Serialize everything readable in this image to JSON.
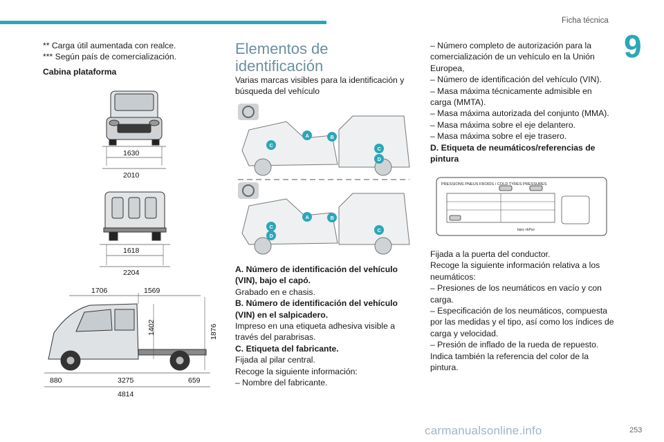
{
  "header": {
    "section": "Ficha técnica",
    "chapter": "9"
  },
  "left": {
    "notes": [
      "** Carga útil aumentada con realce.",
      "*** Según país de comercialización."
    ],
    "subtitle": "Cabina plataforma",
    "front_dims": [
      "1630",
      "2010"
    ],
    "rear_dims": [
      "1618",
      "2204"
    ],
    "side_dims": {
      "top_a": "1706",
      "top_b": "1569",
      "height_a": "1402",
      "height_b": "1876",
      "front": "880",
      "wheelbase": "3275",
      "rear": "659",
      "total": "4814"
    }
  },
  "middle": {
    "title_line1": "Elementos de",
    "title_line2": "identificación",
    "intro": "Varias marcas visibles para la identificación y búsqueda del vehículo",
    "badges": [
      "A",
      "B",
      "C",
      "D"
    ],
    "items": [
      {
        "heading": "A. Número de identificación del vehículo (VIN), bajo el capó.",
        "text": "Grabado en e chasis."
      },
      {
        "heading": "B. Número de identificación del vehículo (VIN) en el salpicadero.",
        "text": "Impreso en una etiqueta adhesiva visible a través del parabrisas."
      },
      {
        "heading": "C. Etiqueta del fabricante.",
        "text": "Fijada al pilar central."
      }
    ],
    "collect": "Recoge la siguiente información:",
    "bullet": "– Nombre del fabricante."
  },
  "right": {
    "bullets": [
      "– Número completo de autorización para la comercialización de un vehículo en la Unión Europea,",
      "– Número de identificación del vehículo (VIN).",
      "– Masa máxima técnicamente admisible en carga (MMTA).",
      "– Masa máxima autorizada del conjunto (MMA).",
      "– Masa máxima sobre el eje delantero.",
      "– Masa máxima sobre el eje trasero."
    ],
    "heading_d": "D. Etiqueta de neumáticos/referencias de pintura",
    "label_title": "PRESSIONS PNEUS FROIDS / COLD TYRES PRESSURES",
    "label_units": "bars  <kPa>",
    "fixed": "Fijada a la puerta del conductor.",
    "collect": "Recoge la siguiente información relativa a los neumáticos:",
    "bullets2": [
      "– Presiones de los neumáticos en vacío y con carga.",
      "– Especificación de los neumáticos, compuesta por las medidas y el tipo, así como los índices de carga y velocidad.",
      "– Presión de inflado de la rueda de repuesto."
    ],
    "paint": "Indica también la referencia del color de la pintura."
  },
  "footer": {
    "page": "253",
    "watermark": "carmanualsonline.info"
  }
}
